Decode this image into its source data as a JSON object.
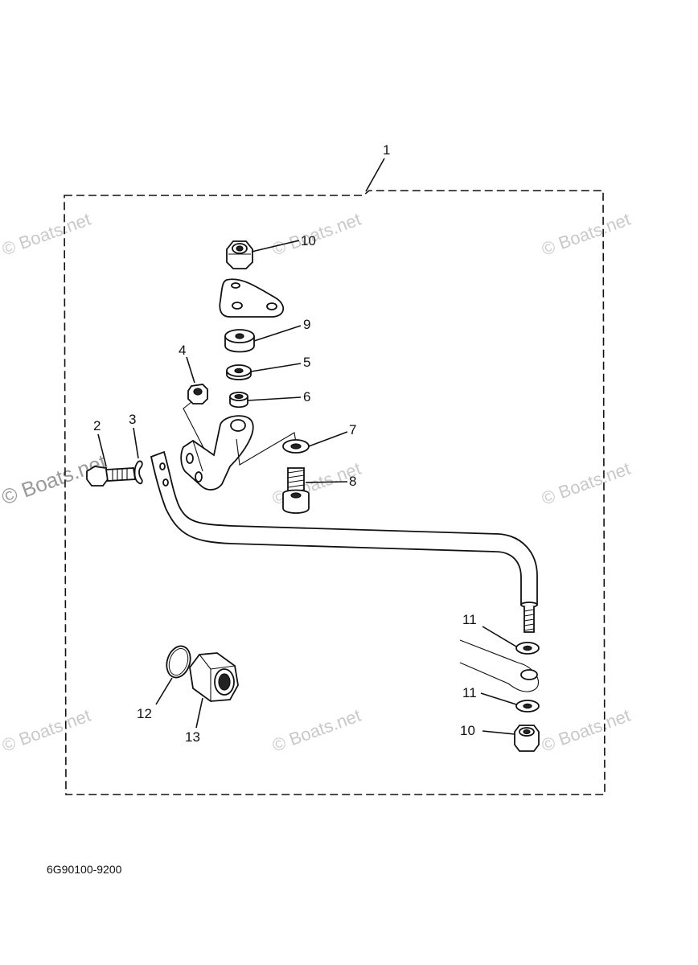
{
  "diagram_code": "6G90100-9200",
  "watermark": "© Boats.net",
  "callouts": {
    "c1": "1",
    "c2": "2",
    "c3": "3",
    "c4": "4",
    "c5": "5",
    "c6": "6",
    "c7": "7",
    "c8": "8",
    "c9": "9",
    "c10_top": "10",
    "c10_bottom": "10",
    "c11_top": "11",
    "c11_bottom": "11",
    "c12": "12",
    "c13": "13"
  },
  "colors": {
    "ink": "#111111",
    "watermark": "#c9c9c9",
    "background": "#ffffff"
  }
}
